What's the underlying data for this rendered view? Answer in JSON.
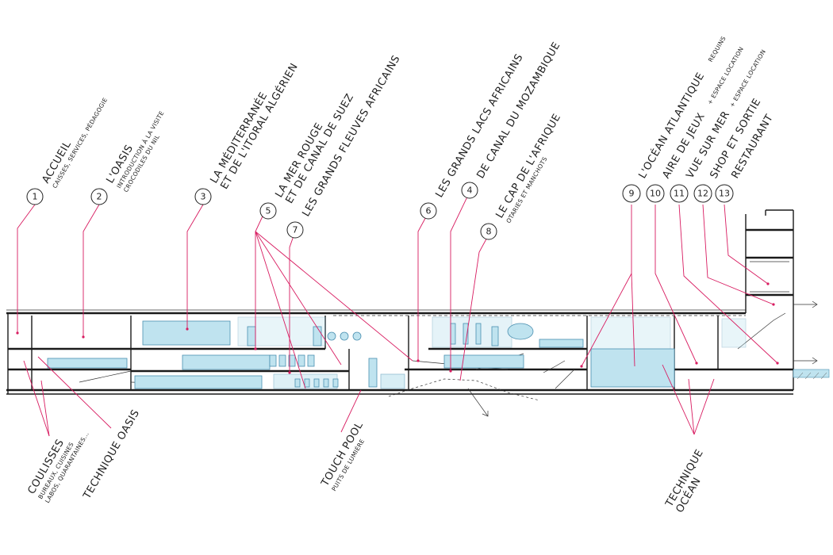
{
  "labels": [
    {
      "id": "1",
      "title": "ACCUEIL",
      "sub": "CAISSES, SERVICES, PÉDAGOGIE"
    },
    {
      "id": "2",
      "title": "L'OASIS",
      "sub": "INTRODUCTION À LA VISITE",
      "sub2": "CROCODILES DU NIL"
    },
    {
      "id": "3",
      "title": "LA MÉDITERRANÉE",
      "title2": "ET DE L'ITORAL ALGÉRIEN"
    },
    {
      "id": "5",
      "title": "LA MER ROUGE",
      "title2": "ET DE CANAL DE SUEZ"
    },
    {
      "id": "7",
      "title": "LES GRANDS FLEUVES AFRICAINS"
    },
    {
      "id": "6",
      "title": "LES GRANDS LACS AFRICAINS"
    },
    {
      "id": "4",
      "title": "DE CANAL DU MOZAMBIQUE"
    },
    {
      "id": "8",
      "title": "LE CAP DE L'AFRIQUE",
      "sub": "OTARIES ET MANCHOTS"
    },
    {
      "id": "9",
      "title": "L'OCÉAN ATLANTIQUE",
      "sub": "REQUINS"
    },
    {
      "id": "10",
      "title": "AIRE DE JEUX",
      "sub": "+ ESPACE LOCATION"
    },
    {
      "id": "11",
      "title": "VUE SUR MER",
      "sub": "+ ESPACE LOCATION"
    },
    {
      "id": "12",
      "title": "SHOP ET SORTIE"
    },
    {
      "id": "13",
      "title": "RESTAURANT"
    }
  ],
  "bottom_labels": {
    "coulisses": "COULISSES",
    "coulisses_sub": "BUREAUX, CUISINES",
    "coulisses_sub2": "LABOS, QUARANTAINES...",
    "technique_oasis": "TECHNIQUE OASIS",
    "touch_pool": "TOUCH POOL",
    "touch_pool_sub": "PUITS DE LUMIÈRE",
    "technique_ocean": "TECHNIQUE",
    "technique_ocean2": "OCÉAN"
  },
  "colors": {
    "leader": "#d81b60",
    "water": "#bfe3ef",
    "ink": "#1a1a1a"
  }
}
